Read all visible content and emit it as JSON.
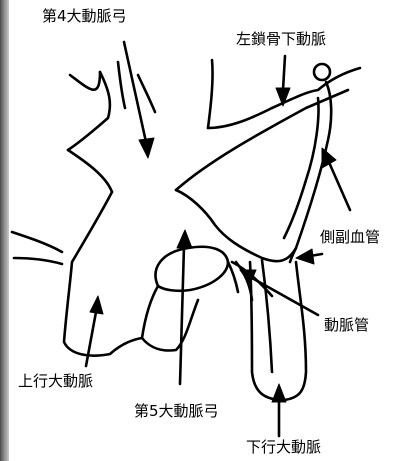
{
  "labels": {
    "fourth_arch": "第4大動脈弓",
    "left_subclavian": "左鎖骨下動脈",
    "collateral": "側副血管",
    "ductus": "動脈管",
    "ascending": "上行大動脈",
    "fifth_arch": "第5大動脈弓",
    "descending": "下行大動脈"
  },
  "colors": {
    "line": "#000000",
    "background": "#ffffff",
    "edge_strip": "#6f6f6f"
  }
}
